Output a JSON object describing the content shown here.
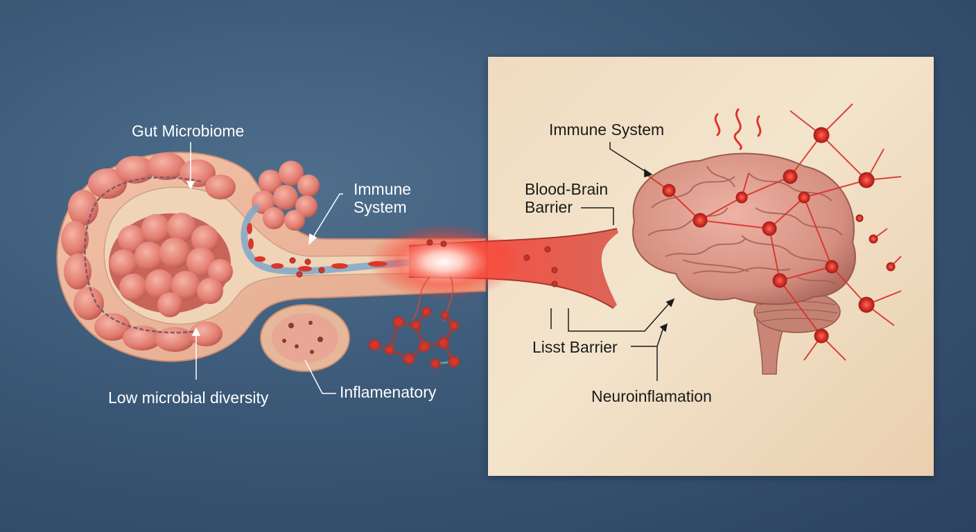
{
  "labels": {
    "gut_microbiome": "Gut Microbiome",
    "immune_system_left": "Immune\nSystem",
    "low_microbial_diversity": "Low microbial diversity",
    "inflamenatory": "Inflamenatory",
    "immune_system_right": "Immune System",
    "blood_brain_barrier": "Blood-Brain\nBarrier",
    "lisst_barrier": "Lisst Barrier",
    "neuroinflamation": "Neuroinflamation"
  },
  "colors": {
    "background": "#3b5877",
    "panel": "#f1e0c6",
    "tissue": "#e8a089",
    "inflammation_red": "#e0322b",
    "neuron_red": "#d8302a",
    "vessel_blue": "#7fa8c8"
  }
}
